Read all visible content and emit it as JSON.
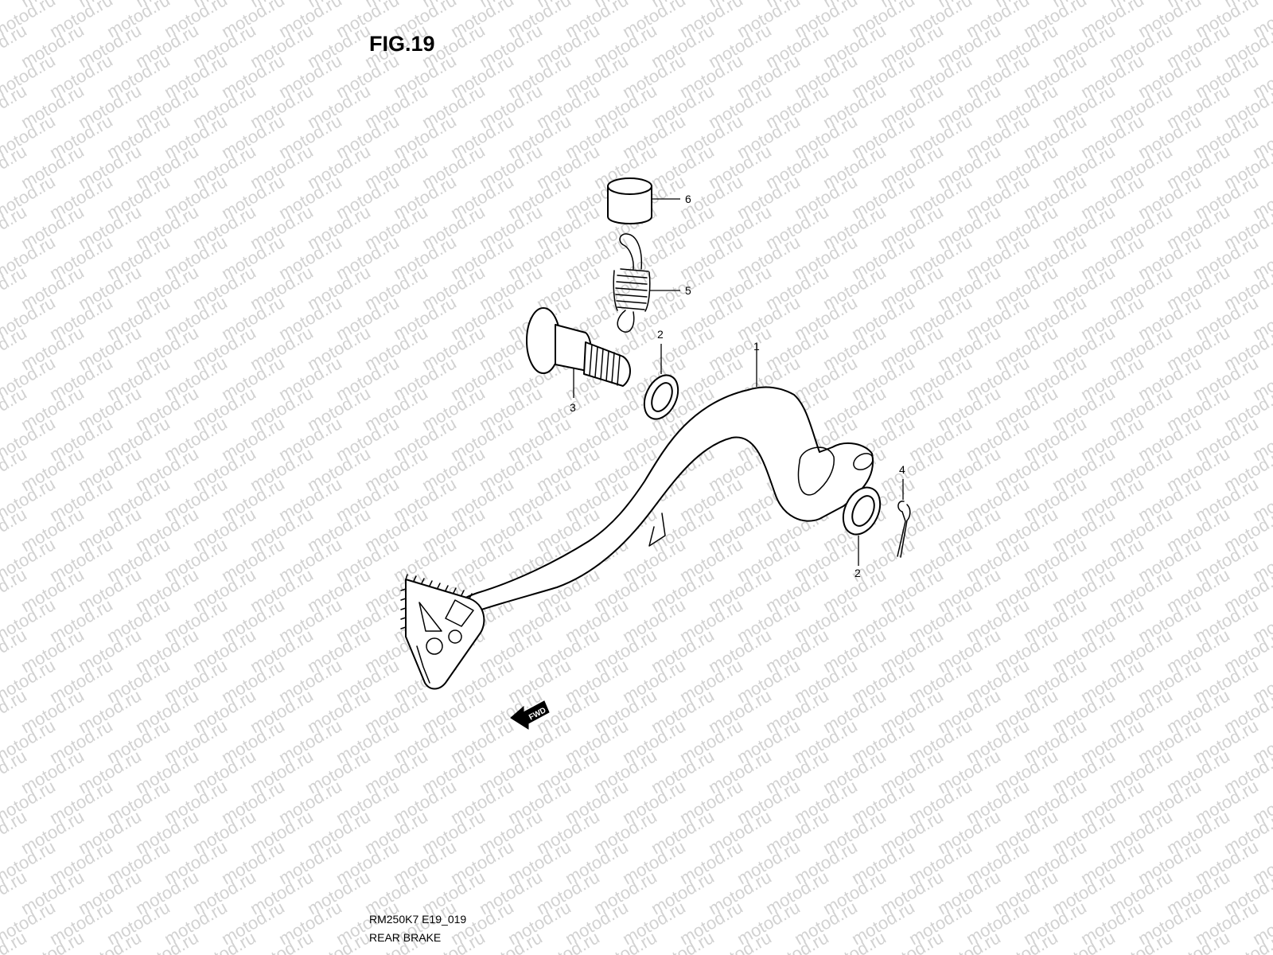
{
  "figure": {
    "title": "FIG.19",
    "model_code": "RM250K7 E19_019",
    "section_name": "REAR BRAKE"
  },
  "watermark": {
    "text": "motod.ru"
  },
  "direction_arrow": {
    "label": "FWD"
  },
  "part_labels": [
    {
      "id": "part-6",
      "text": "6",
      "name": "Bushing"
    },
    {
      "id": "part-5",
      "text": "5",
      "name": "Spring"
    },
    {
      "id": "part-3",
      "text": "3",
      "name": "Pivot bolt"
    },
    {
      "id": "part-2a",
      "text": "2",
      "name": "Washer"
    },
    {
      "id": "part-1",
      "text": "1",
      "name": "Brake pedal"
    },
    {
      "id": "part-4",
      "text": "4",
      "name": "Cotter pin"
    },
    {
      "id": "part-2b",
      "text": "2",
      "name": "Washer"
    }
  ]
}
